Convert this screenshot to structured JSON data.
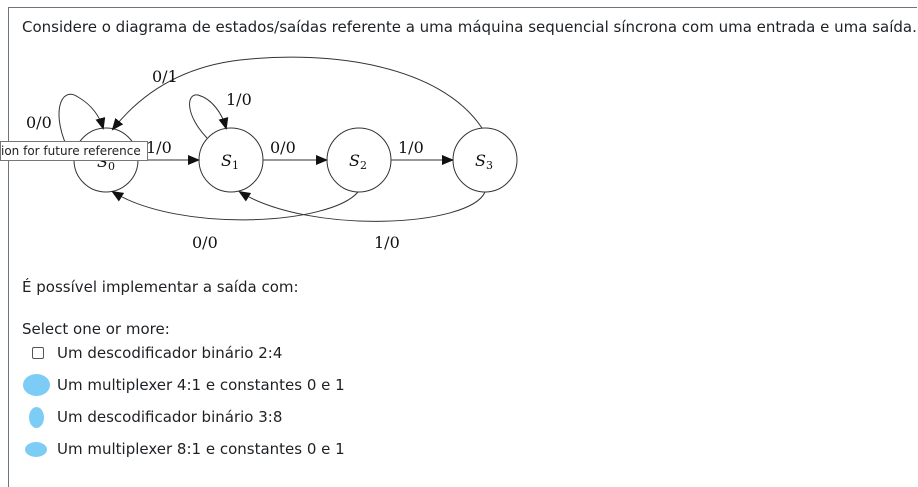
{
  "question": {
    "text": "Considere o diagrama de estados/saídas referente a uma máquina sequencial síncrona com uma entrada e uma saída."
  },
  "diagram": {
    "states": [
      {
        "id": "s0",
        "name": "S",
        "sub": "0"
      },
      {
        "id": "s1",
        "name": "S",
        "sub": "1"
      },
      {
        "id": "s2",
        "name": "S",
        "sub": "2"
      },
      {
        "id": "s3",
        "name": "S",
        "sub": "3"
      }
    ],
    "transitions": [
      {
        "id": "s0-self",
        "label": "0/0"
      },
      {
        "id": "s1-self",
        "label": "1/0"
      },
      {
        "id": "s3-s0",
        "label": "0/1"
      },
      {
        "id": "s0-s1",
        "label": "1/0"
      },
      {
        "id": "s1-s2",
        "label": "0/0"
      },
      {
        "id": "s2-s3",
        "label": "1/0"
      },
      {
        "id": "s2-s0",
        "label": "0/0"
      },
      {
        "id": "s3-s1",
        "label": "1/0"
      }
    ]
  },
  "tooltip": {
    "text": "ion for future reference"
  },
  "prompt": {
    "text": "É possível implementar a saída com:"
  },
  "answer": {
    "instruction": "Select one or more:",
    "options": [
      {
        "label": "Um descodificador binário 2:4",
        "checked": false
      },
      {
        "label": "Um multiplexer 4:1 e constantes 0 e 1",
        "checked": false
      },
      {
        "label": "Um descodificador binário 3:8",
        "checked": false
      },
      {
        "label": "Um multiplexer 8:1 e constantes 0 e 1",
        "checked": false
      }
    ]
  },
  "colors": {
    "highlight": "#7dccf5",
    "text": "#1d2125",
    "frame": "#6c757d"
  }
}
